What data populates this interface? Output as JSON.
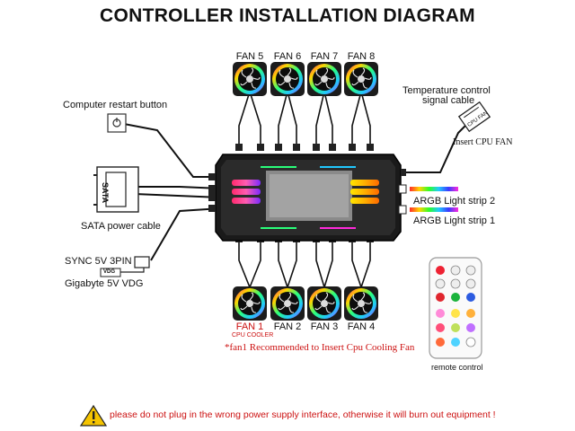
{
  "title": "CONTROLLER INSTALLATION DIAGRAM",
  "fans_top": [
    "FAN 5",
    "FAN 6",
    "FAN 7",
    "FAN 8"
  ],
  "fans_bottom": [
    "FAN 1",
    "FAN 2",
    "FAN 3",
    "FAN 4"
  ],
  "fan1_sub": "CPU COOLER",
  "labels": {
    "restart": "Computer restart button",
    "sata_cable": "SATA power cable",
    "sata_text": "SATA",
    "sync": "SYNC 5V 3PIN",
    "vdg_tag": "VDG",
    "gigabyte": "Gigabyte 5V VDG",
    "temp_line1": "Temperature control",
    "temp_line2": "signal cable",
    "cpu_fan_tag": "CPU FAN",
    "insert_cpu": "Insert CPU FAN",
    "argb2": "ARGB Light strip 2",
    "argb1": "ARGB Light strip 1",
    "fan1_note": "*fan1 Recommended to Insert  Cpu Cooling Fan",
    "remote": "remote control"
  },
  "warning": "please do not plug in the wrong power supply interface, otherwise it will burn out equipment !",
  "colors": {
    "red_text": "#cc1111",
    "warning_yellow": "#f5c400",
    "text": "#111111"
  }
}
